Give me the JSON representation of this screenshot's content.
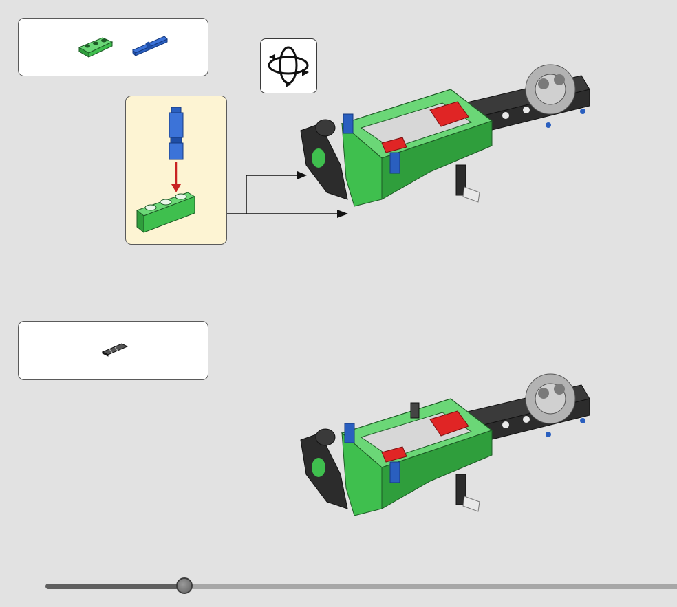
{
  "colors": {
    "background": "#e2e2e2",
    "lego_green": "#3fbf4e",
    "lego_blue": "#2a5fbf",
    "lego_red": "#e02525",
    "lego_dark": "#2c2c2c",
    "lego_gray": "#b3b3b3",
    "callout_bg": "#fdf4d3",
    "insert_arrow": "#c82222"
  },
  "step_1": {
    "parts": [
      {
        "name": "green-beam-3",
        "quantity_shown": false
      },
      {
        "name": "blue-axle-pin",
        "quantity_shown": false
      }
    ],
    "rotate_icon": "rotate-model-icon"
  },
  "step_2": {
    "parts": [
      {
        "name": "black-friction-pin",
        "quantity_shown": false
      }
    ]
  },
  "progress": {
    "value": 0.22
  }
}
